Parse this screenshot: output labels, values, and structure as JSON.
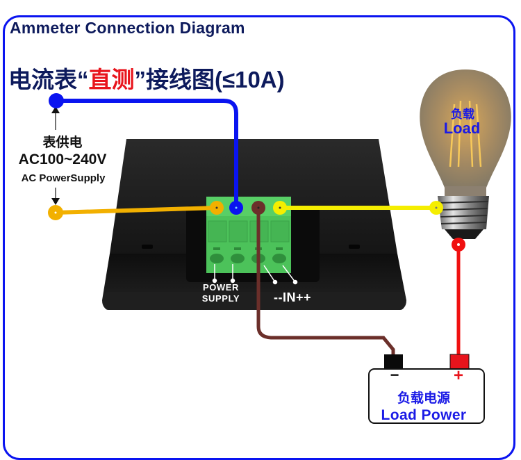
{
  "header": {
    "title_en": "Ammeter Connection Diagram",
    "title_cn_pre": "电流表“",
    "title_cn_highlight": "直测",
    "title_cn_post": "”接线图(≤10A)"
  },
  "power_supply": {
    "label_cn": "表供电",
    "voltage": "AC100~240V",
    "label_en": "AC PowerSupply"
  },
  "device": {
    "terminal_power_label_line1": "POWER",
    "terminal_power_label_line2": "SUPPLY",
    "terminal_input_label": "--IN++"
  },
  "load": {
    "label_cn": "负载",
    "label_en": "Load"
  },
  "load_power": {
    "label_cn": "负载电源",
    "label_en": "Load Power",
    "negative_symbol": "−",
    "positive_symbol": "+"
  },
  "colors": {
    "frame": "#0a14f0",
    "title": "#0d1a5c",
    "highlight": "#e8141c",
    "wire_blue": "#0a14f0",
    "wire_orange": "#f2b000",
    "wire_yellow": "#f5ee00",
    "wire_brown": "#6b2f2a",
    "wire_red": "#f01010",
    "terminal_green": "#4cc25a",
    "device_body": "#1c1c1c"
  }
}
